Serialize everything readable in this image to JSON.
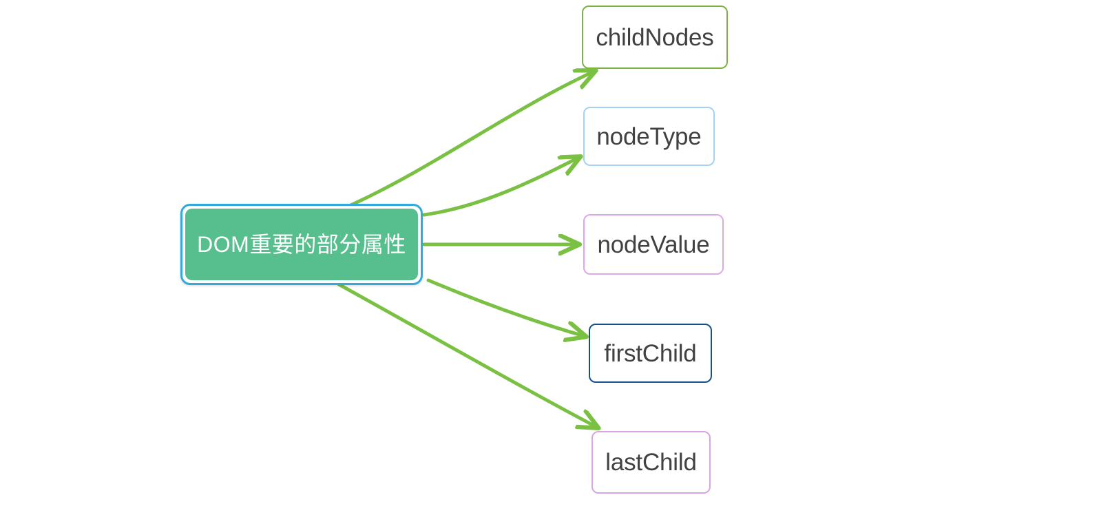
{
  "diagram": {
    "type": "mind-map",
    "title": "DOM重要的部分属性",
    "background_color": "#ffffff",
    "edge_color": "#7AC143",
    "root": {
      "id": "root",
      "label": "DOM重要的部分属性",
      "fill_color": "#57BE8D",
      "border_color": "#34AADC",
      "text_color": "#ffffff",
      "selected": true
    },
    "leaves": [
      {
        "id": "childNodes",
        "label": "childNodes",
        "border_color": "#7CB342",
        "text_color": "#414141"
      },
      {
        "id": "nodeType",
        "label": "nodeType",
        "border_color": "#A5D2F2",
        "text_color": "#414141"
      },
      {
        "id": "nodeValue",
        "label": "nodeValue",
        "border_color": "#DDA8E8",
        "text_color": "#414141"
      },
      {
        "id": "firstChild",
        "label": "firstChild",
        "border_color": "#13508C",
        "text_color": "#414141"
      },
      {
        "id": "lastChild",
        "label": "lastChild",
        "border_color": "#D7A6E2",
        "text_color": "#414141"
      }
    ],
    "edges": [
      {
        "from": "root",
        "to": "childNodes"
      },
      {
        "from": "root",
        "to": "nodeType"
      },
      {
        "from": "root",
        "to": "nodeValue"
      },
      {
        "from": "root",
        "to": "firstChild"
      },
      {
        "from": "root",
        "to": "lastChild"
      }
    ]
  }
}
